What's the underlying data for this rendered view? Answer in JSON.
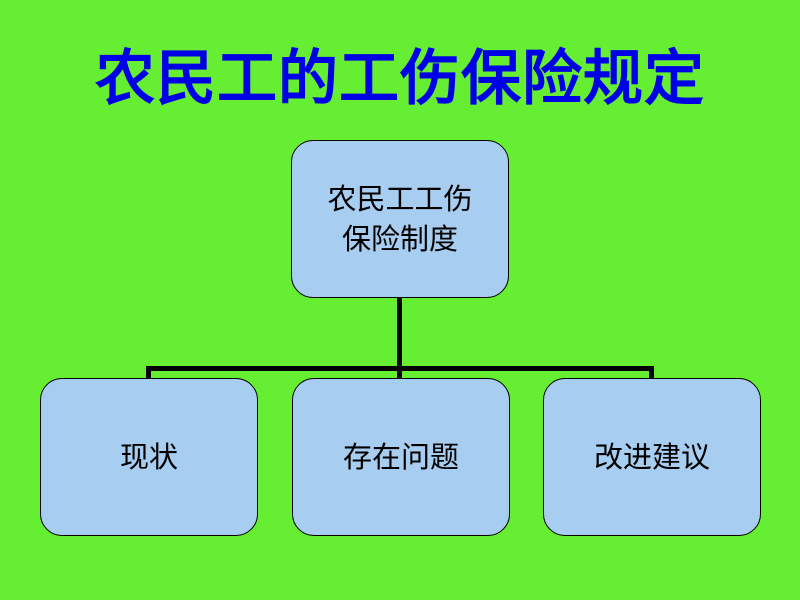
{
  "slide": {
    "title": "农民工的工伤保险规定",
    "colors": {
      "background": "#66EE33",
      "title": "#0000E6",
      "node_fill": "#A7CDF0",
      "node_border": "#000000",
      "connector": "#000000"
    }
  },
  "org_chart": {
    "root": {
      "label": "农民工工伤\n保险制度"
    },
    "children": [
      {
        "label": "现状"
      },
      {
        "label": "存在问题"
      },
      {
        "label": "改进建议"
      }
    ]
  }
}
